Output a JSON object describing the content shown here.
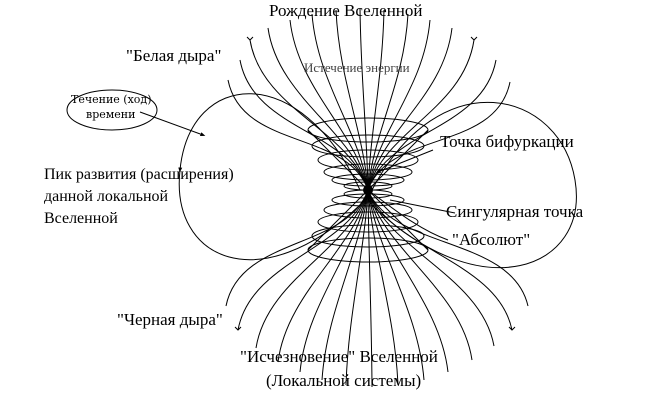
{
  "labels": {
    "birth": "Рождение Вселенной",
    "white_hole": "\"Белая дыра\"",
    "energy_outflow": "Истечение энергии",
    "time_flow_1": "Течение (ход)",
    "time_flow_2": "времени",
    "peak_1": "Пик развития  (расширения)",
    "peak_2": "данной локальной",
    "peak_3": "Вселенной",
    "bifurcation": "Точка бифуркации",
    "singular": "Сингулярная точка",
    "absolute": "\"Абсолют\"",
    "black_hole": "\"Черная дыра\"",
    "vanish_1": "\"Исчезновение\" Вселенной",
    "vanish_2": "(Локальной системы)"
  },
  "colors": {
    "ink": "#000000",
    "background": "#ffffff",
    "muted": "#444444"
  }
}
